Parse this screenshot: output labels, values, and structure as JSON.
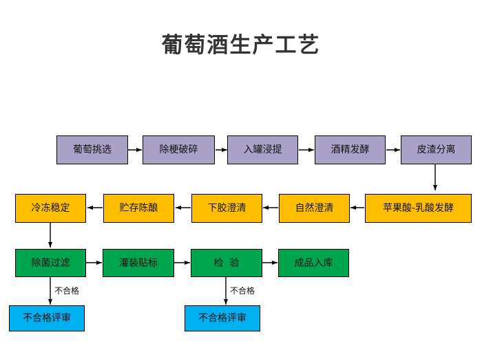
{
  "title": "葡萄酒生产工艺",
  "colors": {
    "purple": "#aba2c8",
    "orange": "#ffbf00",
    "green": "#00a550",
    "blue": "#00b0f0",
    "stroke": "#000000",
    "background": "#ffffff",
    "title_text": "#333333"
  },
  "rows": {
    "row1": {
      "color": "purple",
      "nodes": [
        {
          "label": "葡萄挑选"
        },
        {
          "label": "除梗破碎"
        },
        {
          "label": "入罐浸提"
        },
        {
          "label": "酒精发酵"
        },
        {
          "label": "皮渣分离"
        }
      ]
    },
    "row2": {
      "color": "orange",
      "direction": "right-to-left",
      "nodes": [
        {
          "label": "冷冻稳定"
        },
        {
          "label": "贮存陈酿"
        },
        {
          "label": "下胶澄清"
        },
        {
          "label": "自然澄清"
        },
        {
          "label": "苹果酸-乳酸发酵"
        }
      ]
    },
    "row3": {
      "color": "green",
      "nodes": [
        {
          "label": "除菌过滤"
        },
        {
          "label": "灌装贴标"
        },
        {
          "label": "检  验"
        },
        {
          "label": "成品入库"
        }
      ]
    },
    "row4": {
      "color": "blue",
      "nodes": [
        {
          "label": "不合格评审"
        },
        {
          "label": "不合格评审"
        }
      ]
    }
  },
  "edge_labels": [
    {
      "text": "不合格"
    },
    {
      "text": "不合格"
    }
  ]
}
